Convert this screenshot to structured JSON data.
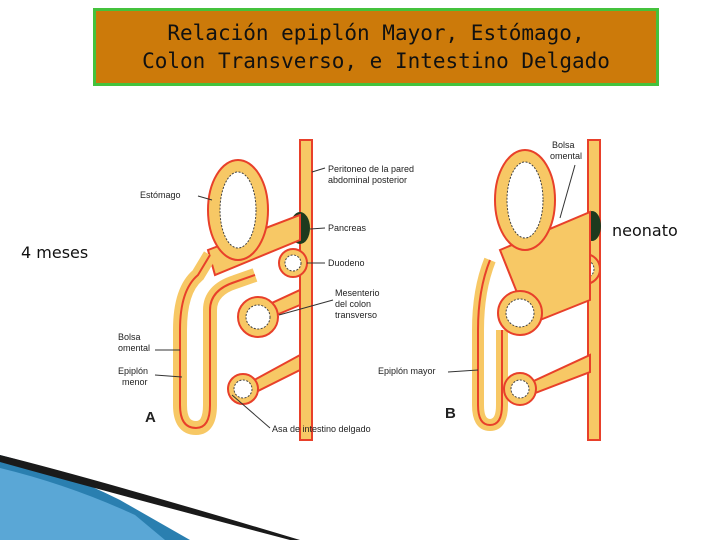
{
  "title": {
    "line1": "Relación epiplón Mayor, Estómago,",
    "line2": "Colon Transverso, e Intestino Delgado"
  },
  "labels": {
    "left_age": "4 meses",
    "right_age": "neonato"
  },
  "figure": {
    "panel_a": {
      "letter": "A",
      "estomago": "Estómago",
      "bolsa_omental_1": "Bolsa",
      "bolsa_omental_2": "omental",
      "epiplon_menor_1": "Epiplón",
      "epiplon_menor_2": "menor"
    },
    "middle": {
      "peritoneo_1": "Peritoneo de la pared",
      "peritoneo_2": "abdominal posterior",
      "pancreas": "Pancreas",
      "duodeno": "Duodeno",
      "mesenterio_1": "Mesenterio",
      "mesenterio_2": "del colon",
      "mesenterio_3": "transverso",
      "asa": "Asa de intestino delgado"
    },
    "panel_b": {
      "letter": "B",
      "bolsa_omental_1": "Bolsa",
      "bolsa_omental_2": "omental",
      "epiplon_mayor": "Epiplón mayor"
    }
  },
  "colors": {
    "title_bg": "#cc7a0a",
    "title_border": "#44c23c",
    "tissue": "#f7c865",
    "membrane": "#e8402a",
    "pancreas": "#1e3a1e"
  }
}
